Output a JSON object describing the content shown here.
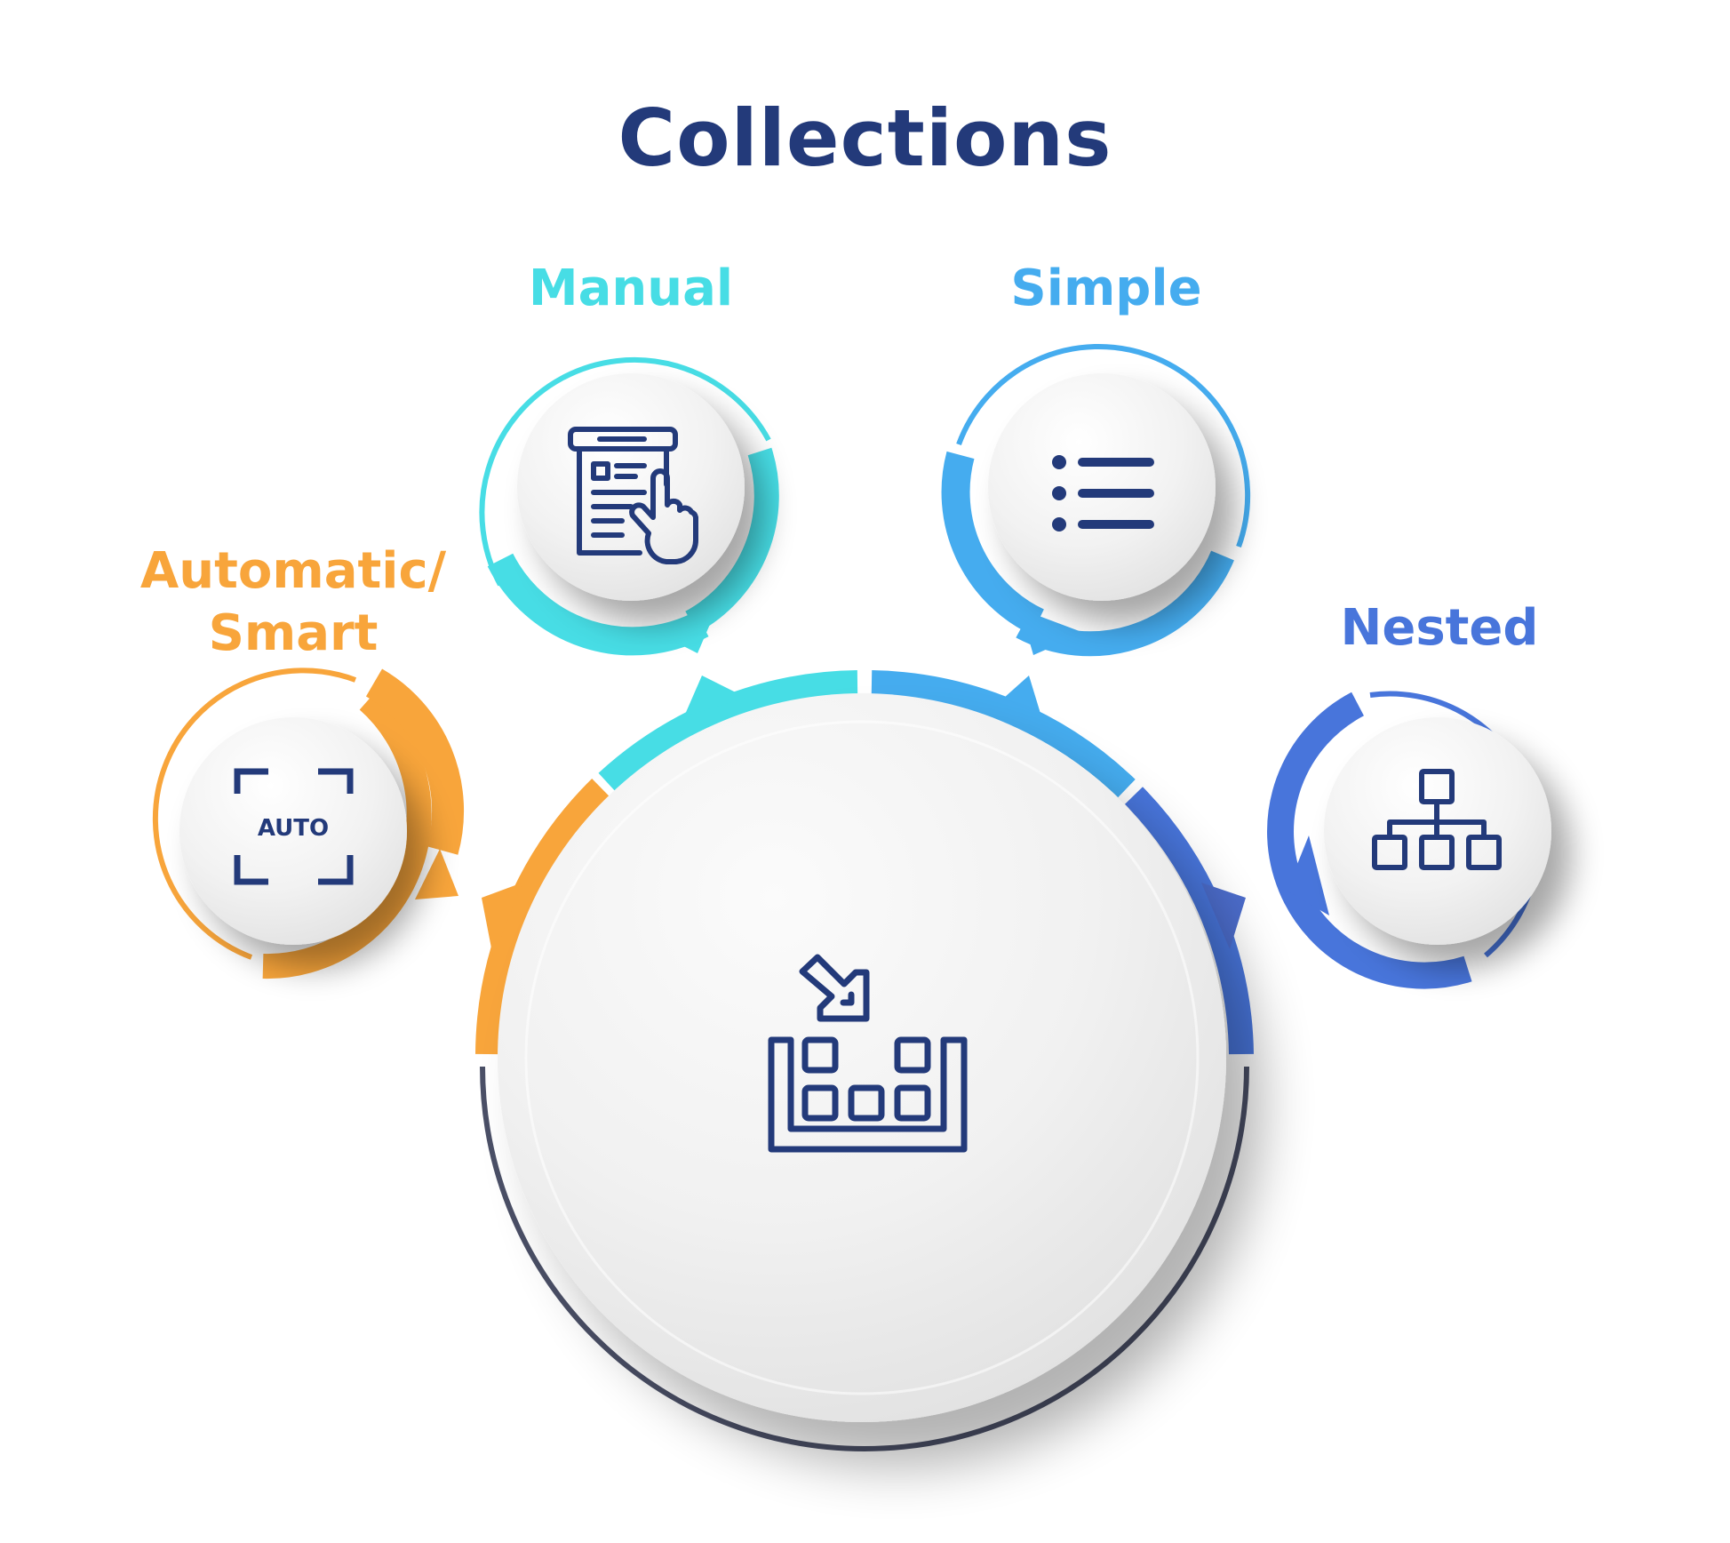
{
  "title": "Collections",
  "center": {
    "icon": "collection-boxes-icon"
  },
  "items": [
    {
      "id": "auto",
      "label_lines": [
        "Automatic/",
        "Smart"
      ],
      "color": "#f8a53b",
      "icon": "auto-scan-icon",
      "icon_text": "AUTO"
    },
    {
      "id": "manual",
      "label_lines": [
        "Manual"
      ],
      "color": "#47dde5",
      "icon": "document-hand-pointer-icon"
    },
    {
      "id": "simple",
      "label_lines": [
        "Simple"
      ],
      "color": "#45acef",
      "icon": "bulleted-list-icon"
    },
    {
      "id": "nested",
      "label_lines": [
        "Nested"
      ],
      "color": "#4875db",
      "icon": "hierarchy-tree-icon"
    }
  ],
  "colors": {
    "icon": "#233a7a",
    "title": "#233a7a",
    "ring_dark": "#4a4f66"
  }
}
